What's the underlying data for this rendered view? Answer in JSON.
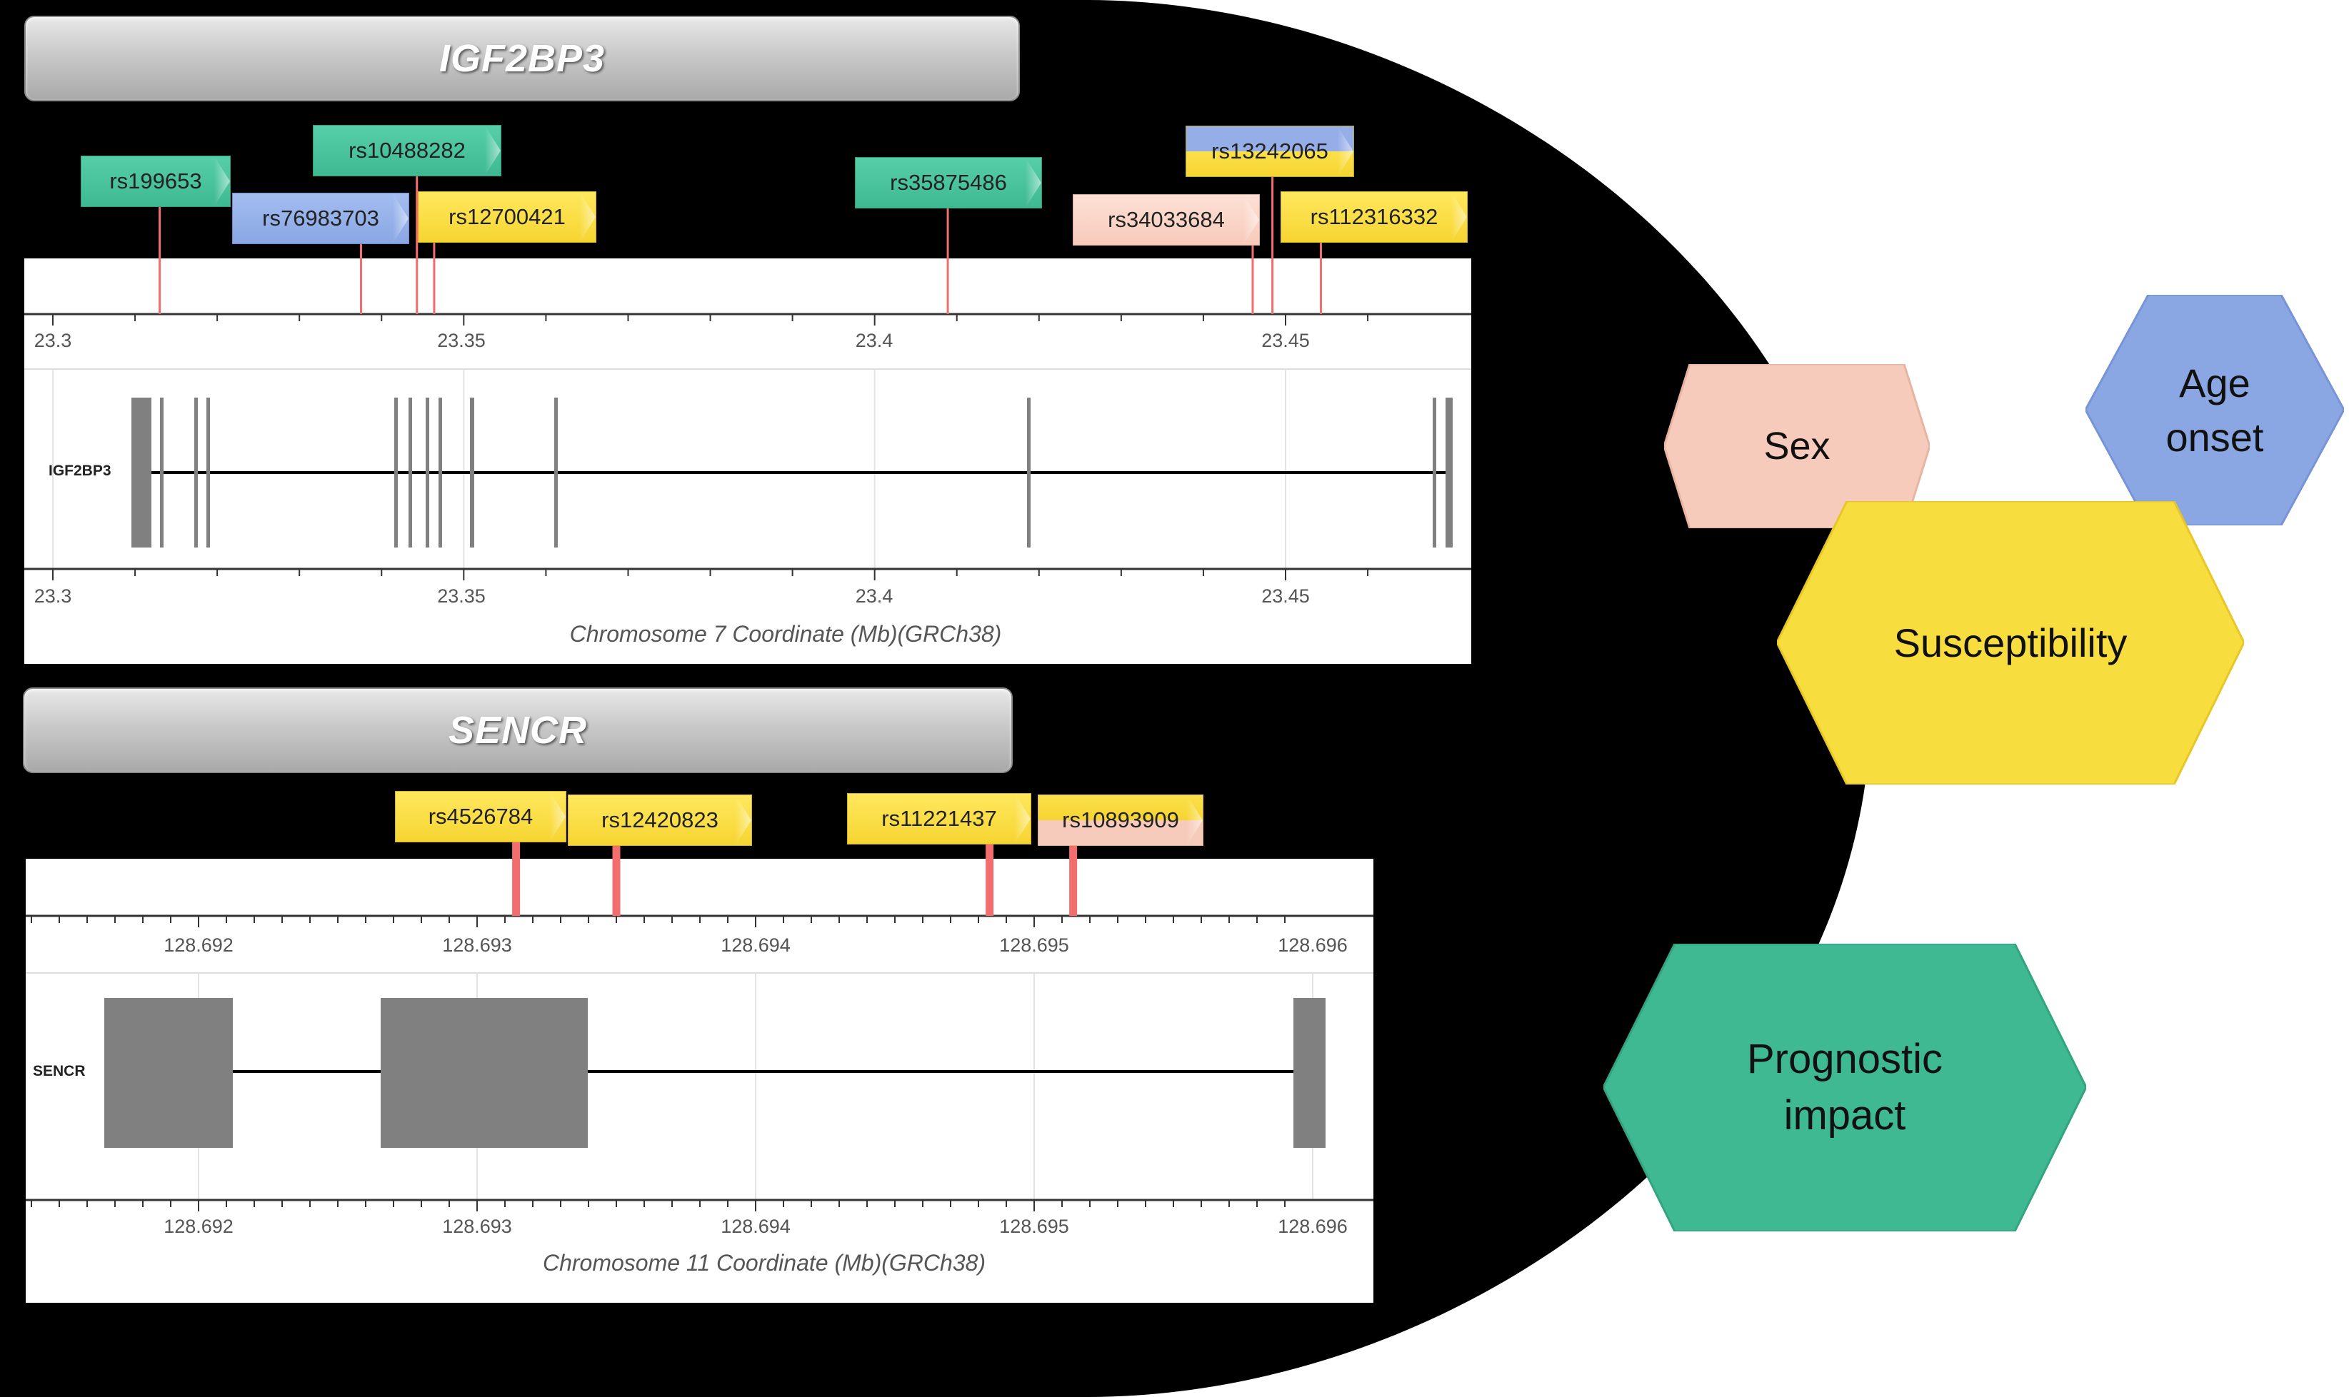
{
  "colors": {
    "teal": "#3fb991",
    "blue": "#8aa7e4",
    "yellow": "#f6d532",
    "pink": "#f7cbbb",
    "snp_line": "#f26d6d",
    "exon": "#808080"
  },
  "panels": [
    {
      "gene_title": "IGF2BP3",
      "gene_label": "IGF2BP3",
      "axis_title": "Chromosome 7 Coordinate (Mb)(GRCh38)",
      "ticks": [
        "23.3",
        "23.35",
        "23.4",
        "23.45"
      ],
      "snps": [
        {
          "id": "rs199653",
          "pos": 23.313,
          "color": "teal"
        },
        {
          "id": "rs76983703",
          "pos": 23.3375,
          "color": "blue"
        },
        {
          "id": "rs10488282",
          "pos": 23.3443,
          "color": "teal"
        },
        {
          "id": "rs12700421",
          "pos": 23.3464,
          "color": "yellow"
        },
        {
          "id": "rs35875486",
          "pos": 23.4089,
          "color": "teal"
        },
        {
          "id": "rs34033684",
          "pos": 23.446,
          "color": "pink"
        },
        {
          "id": "rs13242065",
          "pos": 23.4484,
          "color": "blue/yellow"
        },
        {
          "id": "rs112316332",
          "pos": 23.4543,
          "color": "yellow"
        }
      ]
    },
    {
      "gene_title": "SENCR",
      "gene_label": "SENCR",
      "axis_title": "Chromosome 11 Coordinate (Mb)(GRCh38)",
      "ticks": [
        "128.692",
        "128.693",
        "128.694",
        "128.695",
        "128.696"
      ],
      "snps": [
        {
          "id": "rs4526784",
          "pos": 128.69314,
          "color": "yellow"
        },
        {
          "id": "rs12420823",
          "pos": 128.6935,
          "color": "yellow"
        },
        {
          "id": "rs11221437",
          "pos": 128.69484,
          "color": "yellow"
        },
        {
          "id": "rs10893909",
          "pos": 128.69514,
          "color": "yellow/pink"
        }
      ]
    }
  ],
  "categories": [
    {
      "label": "Sex",
      "color": "pink"
    },
    {
      "label": "Age onset",
      "color": "blue"
    },
    {
      "label": "Susceptibility",
      "color": "yellow"
    },
    {
      "label": "Prognostic impact",
      "color": "teal"
    }
  ]
}
